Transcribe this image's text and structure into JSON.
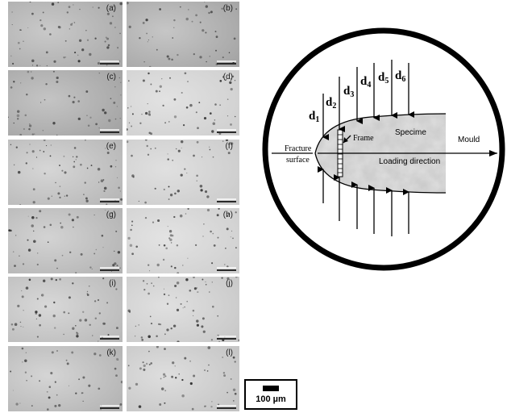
{
  "micrographs": {
    "panels": [
      {
        "label": "(a)",
        "tone": "#c9c9c9",
        "edge": "#a9a9a9",
        "row": 0,
        "col": 0
      },
      {
        "label": "(b)",
        "tone": "#c6c6c6",
        "edge": "#a4a4a4",
        "row": 0,
        "col": 1
      },
      {
        "label": "(c)",
        "tone": "#c4c4c4",
        "edge": "#a3a3a3",
        "row": 1,
        "col": 0
      },
      {
        "label": "(d)",
        "tone": "#e2e2e2",
        "edge": "#cfcfcf",
        "row": 1,
        "col": 1
      },
      {
        "label": "(e)",
        "tone": "#d6d6d6",
        "edge": "#b6b6b6",
        "row": 2,
        "col": 0
      },
      {
        "label": "(f)",
        "tone": "#e0e0e0",
        "edge": "#cbcbcb",
        "row": 2,
        "col": 1
      },
      {
        "label": "(g)",
        "tone": "#d3d3d3",
        "edge": "#b3b3b3",
        "row": 3,
        "col": 0
      },
      {
        "label": "(h)",
        "tone": "#e3e3e3",
        "edge": "#cfcfcf",
        "row": 3,
        "col": 1
      },
      {
        "label": "(i)",
        "tone": "#d8d8d8",
        "edge": "#b9b9b9",
        "row": 4,
        "col": 0
      },
      {
        "label": "(j)",
        "tone": "#e0e0e0",
        "edge": "#c8c8c8",
        "row": 4,
        "col": 1
      },
      {
        "label": "(k)",
        "tone": "#d5d5d5",
        "edge": "#b3b3b3",
        "row": 5,
        "col": 0
      },
      {
        "label": "(l)",
        "tone": "#dedede",
        "edge": "#c4c4c4",
        "row": 5,
        "col": 1
      }
    ],
    "scale_bar_label": "100 µm"
  },
  "schematic": {
    "distance_labels": [
      {
        "base": "d",
        "sub": "1"
      },
      {
        "base": "d",
        "sub": "2"
      },
      {
        "base": "d",
        "sub": "3"
      },
      {
        "base": "d",
        "sub": "4"
      },
      {
        "base": "d",
        "sub": "5"
      },
      {
        "base": "d",
        "sub": "6"
      }
    ],
    "fracture_label_line1": "Fracture",
    "fracture_label_line2": "surface",
    "frame_label": "Frame",
    "specimen_label": "Specime",
    "mould_label": "Mould",
    "loading_label": "Loading direction",
    "colors": {
      "outline": "#000000",
      "specimen_fill": "#d4d4d4",
      "background": "#ffffff"
    }
  }
}
